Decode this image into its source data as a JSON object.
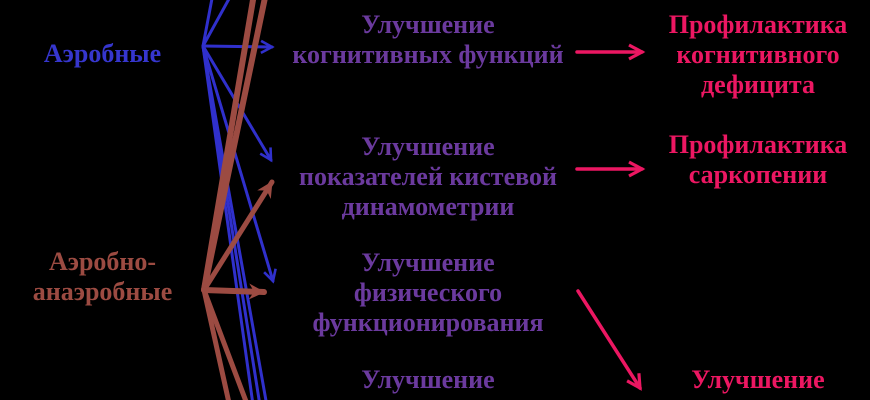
{
  "background": "#000000",
  "colors": {
    "aerobic_blue": "#3636CE",
    "aerobic_anaerobic_brown": "#9C4B42",
    "outcome_purple": "#6B3A9E",
    "result_pink": "#EC1762"
  },
  "nodes": {
    "left": [
      {
        "id": "aerobic",
        "lines": [
          "Аэробные"
        ]
      },
      {
        "id": "aerobic-anaerobic",
        "lines": [
          "Аэробно-",
          "анаэробные"
        ]
      }
    ],
    "middle": [
      {
        "id": "cognitive-functions",
        "lines": [
          "Улучшение",
          "когнитивных функций"
        ]
      },
      {
        "id": "grip-dynamometry",
        "lines": [
          "Улучшение",
          "показателей кистевой",
          "динамометрии"
        ]
      },
      {
        "id": "physical-functioning",
        "lines": [
          "Улучшение",
          "физического",
          "функционирования"
        ]
      },
      {
        "id": "improvement-cropped",
        "lines": [
          "Улучшение"
        ]
      }
    ],
    "right": [
      {
        "id": "cognitive-deficit-prevention",
        "lines": [
          "Профилактика",
          "когнитивного",
          "дефицита"
        ]
      },
      {
        "id": "sarcopenia-prevention",
        "lines": [
          "Профилактика",
          "саркопении"
        ]
      },
      {
        "id": "improvement-bottom",
        "lines": [
          "Улучшение"
        ]
      }
    ]
  },
  "edges": [
    {
      "from": "aerobic",
      "to": "cognitive-functions",
      "color": "blue"
    },
    {
      "from": "aerobic",
      "to": "grip-dynamometry",
      "color": "blue"
    },
    {
      "from": "aerobic",
      "to": "physical-functioning",
      "color": "blue"
    },
    {
      "from": "aerobic",
      "to": "offscreen-top-1",
      "color": "blue"
    },
    {
      "from": "aerobic",
      "to": "offscreen-top-2",
      "color": "blue"
    },
    {
      "from": "aerobic",
      "to": "offscreen-bottom-1",
      "color": "blue"
    },
    {
      "from": "aerobic",
      "to": "offscreen-bottom-2",
      "color": "blue"
    },
    {
      "from": "aerobic",
      "to": "offscreen-bottom-3",
      "color": "blue"
    },
    {
      "from": "aerobic-anaerobic",
      "to": "grip-dynamometry",
      "color": "brown"
    },
    {
      "from": "aerobic-anaerobic",
      "to": "physical-functioning",
      "color": "brown"
    },
    {
      "from": "aerobic-anaerobic",
      "to": "offscreen-top-1",
      "color": "brown"
    },
    {
      "from": "aerobic-anaerobic",
      "to": "offscreen-top-2",
      "color": "brown"
    },
    {
      "from": "aerobic-anaerobic",
      "to": "offscreen-bottom-1",
      "color": "brown"
    },
    {
      "from": "aerobic-anaerobic",
      "to": "offscreen-bottom-2",
      "color": "brown"
    },
    {
      "from": "cognitive-functions",
      "to": "cognitive-deficit-prevention",
      "color": "pink"
    },
    {
      "from": "grip-dynamometry",
      "to": "sarcopenia-prevention",
      "color": "pink"
    },
    {
      "from": "physical-functioning",
      "to": "improvement-bottom",
      "color": "pink"
    }
  ]
}
